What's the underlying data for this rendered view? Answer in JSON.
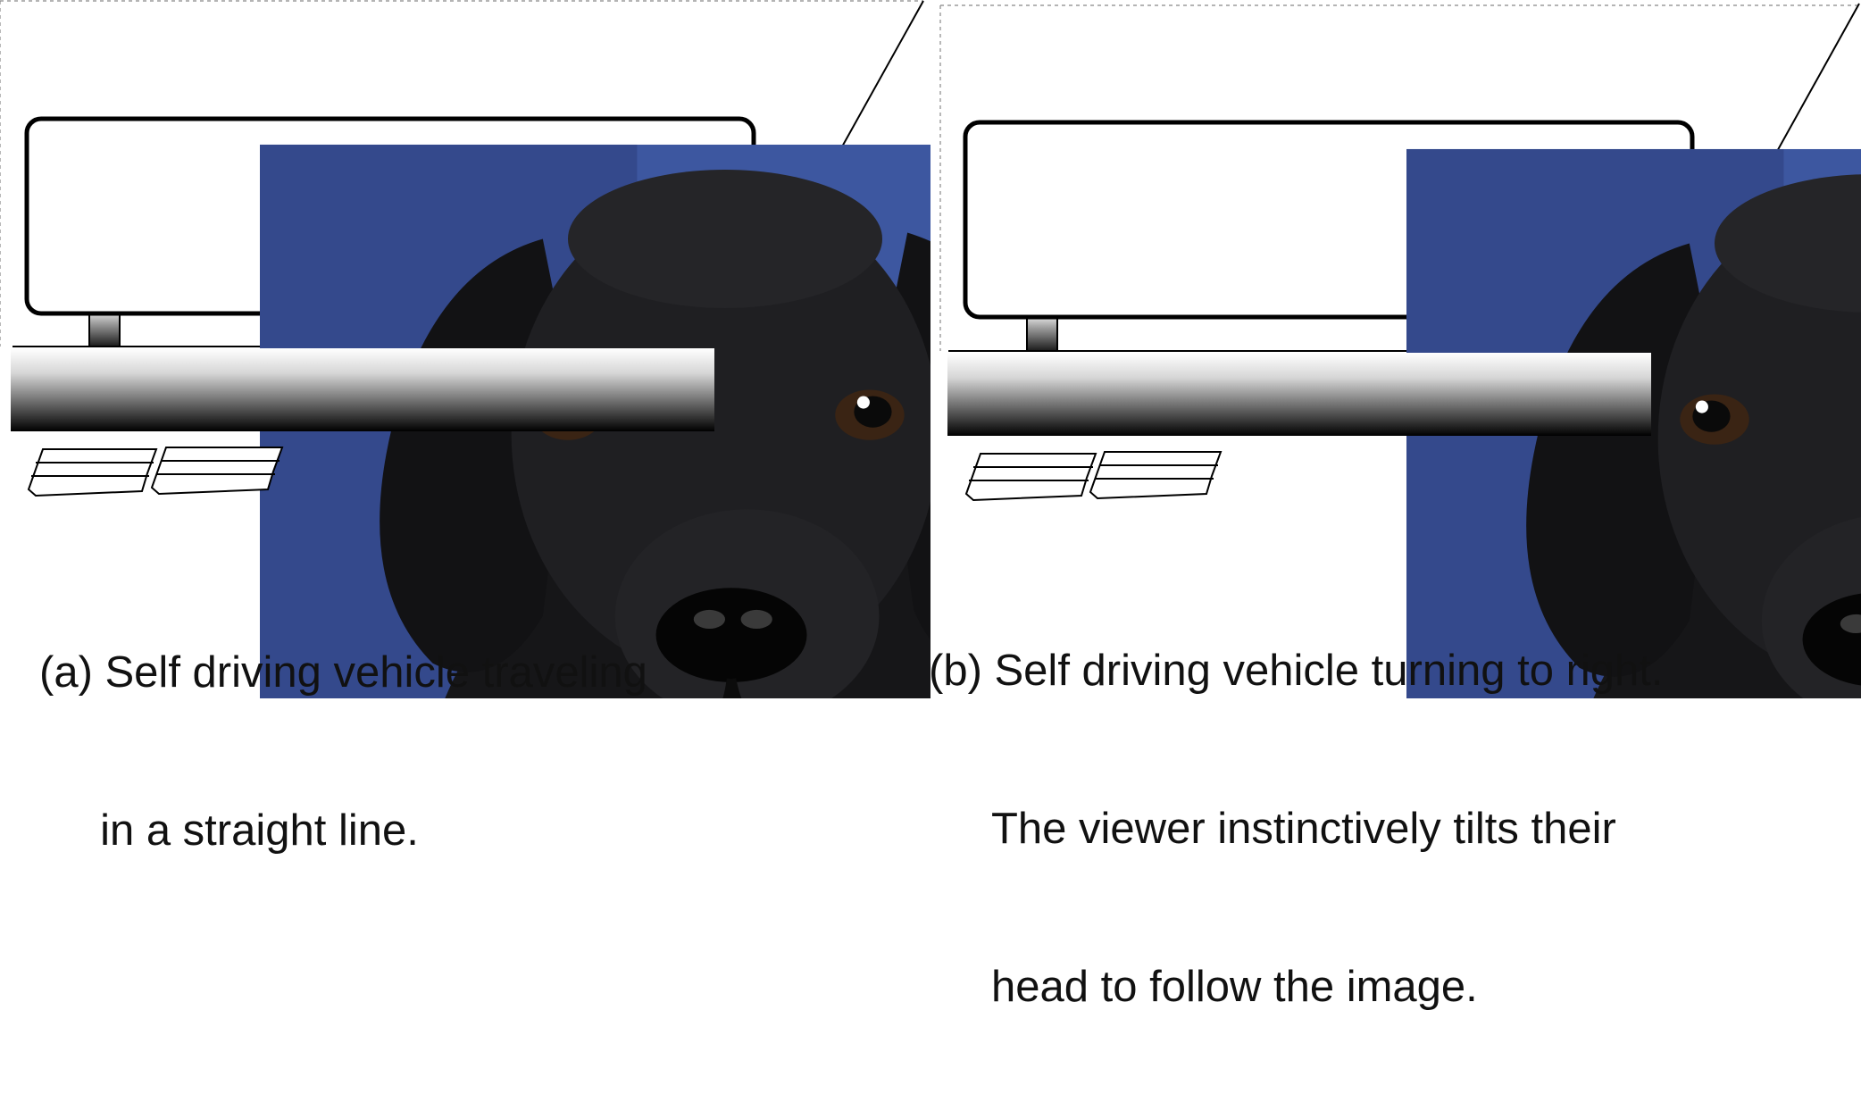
{
  "panels": [
    {
      "id": "a",
      "caption_lines": [
        "(a) Self driving vehicle traveling",
        "     in a straight line."
      ],
      "screen_image_position": "center",
      "screen_image": "black puppy photo"
    },
    {
      "id": "b",
      "caption_lines": [
        "(b) Self driving vehicle turning to right.",
        "The viewer instinctively tilts their",
        "head to follow the image."
      ],
      "screen_image_position": "right",
      "screen_image": "black puppy photo"
    }
  ],
  "colors": {
    "outline": "#000000",
    "dashed_outline": "#888888",
    "puppy_fur": "#1c1c1e",
    "background_blue": "#3d57a0",
    "background_carpet": "#cdbf98"
  }
}
